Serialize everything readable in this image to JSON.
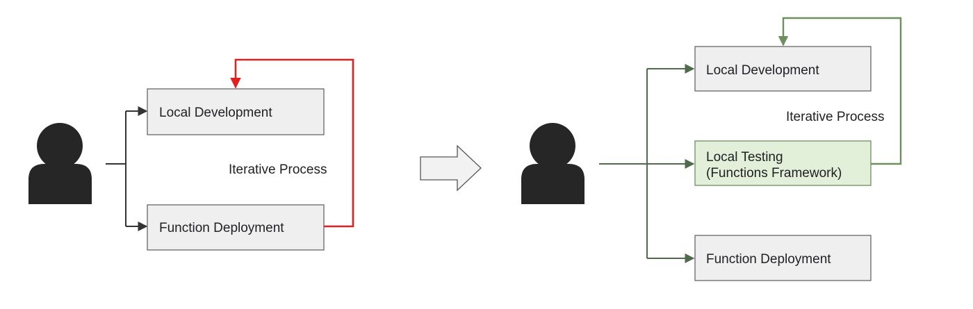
{
  "colors": {
    "background": "#ffffff",
    "box_fill": "#efefef",
    "box_border": "#666666",
    "testing_fill": "#e2efd9",
    "testing_border": "#6d8f5e",
    "user_icon": "#262626",
    "dark_connector": "#333333",
    "red_loop": "#e02020",
    "green_connector": "#4e6b4a",
    "green_loop": "#6d8f5e",
    "transition_arrow_fill": "#f2f2f2",
    "transition_arrow_border": "#555555"
  },
  "before": {
    "user_icon": "user-icon",
    "local_development": "Local Development",
    "function_deployment": "Function Deployment",
    "iterative_process": "Iterative Process"
  },
  "transition_icon": "right-arrow-icon",
  "after": {
    "user_icon": "user-icon",
    "local_development": "Local Development",
    "local_testing_line1": "Local Testing",
    "local_testing_line2": "(Functions Framework)",
    "function_deployment": "Function Deployment",
    "iterative_process": "Iterative Process"
  }
}
